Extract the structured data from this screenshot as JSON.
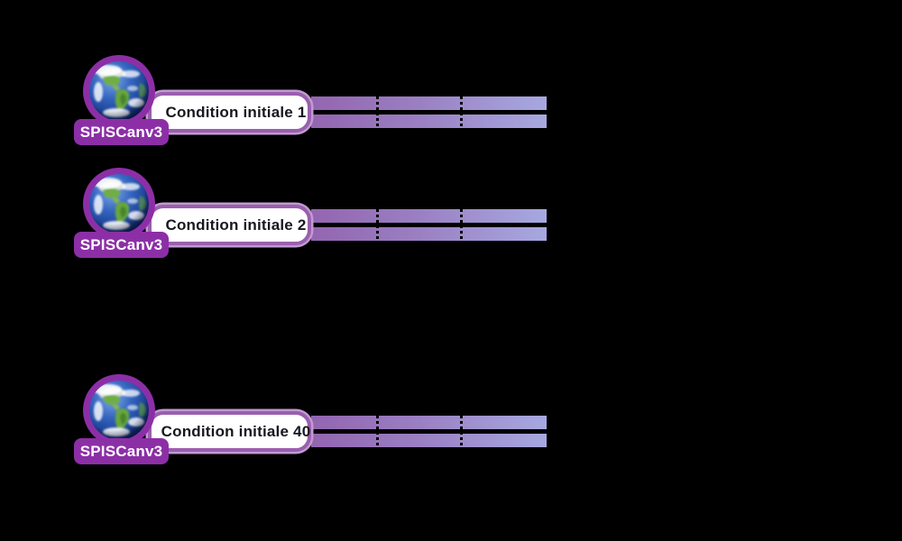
{
  "rows": [
    {
      "sprite_name": "SPISCanv3",
      "condition_label": "Condition initiale 1",
      "icon": "earth-globe-icon",
      "timeline_segments": 3
    },
    {
      "sprite_name": "SPISCanv3",
      "condition_label": "Condition initiale 2",
      "icon": "earth-globe-icon",
      "timeline_segments": 3
    },
    {
      "sprite_name": "SPISCanv3",
      "condition_label": "Condition initiale 40",
      "icon": "earth-globe-icon",
      "timeline_segments": 3
    }
  ],
  "colors": {
    "background": "#000000",
    "sprite_purple": "#8c2fa6",
    "pill_background": "#ffffff",
    "pill_border_inner": "#9a5fae",
    "pill_border_outer": "#c29ad1",
    "pill_text": "#17171f",
    "badge_text": "#ffffff",
    "bar_gradient_start": "#9365b0",
    "bar_gradient_end": "#a7a8e0",
    "bar_center_line": "#000000",
    "bar_divider": "#000000"
  }
}
